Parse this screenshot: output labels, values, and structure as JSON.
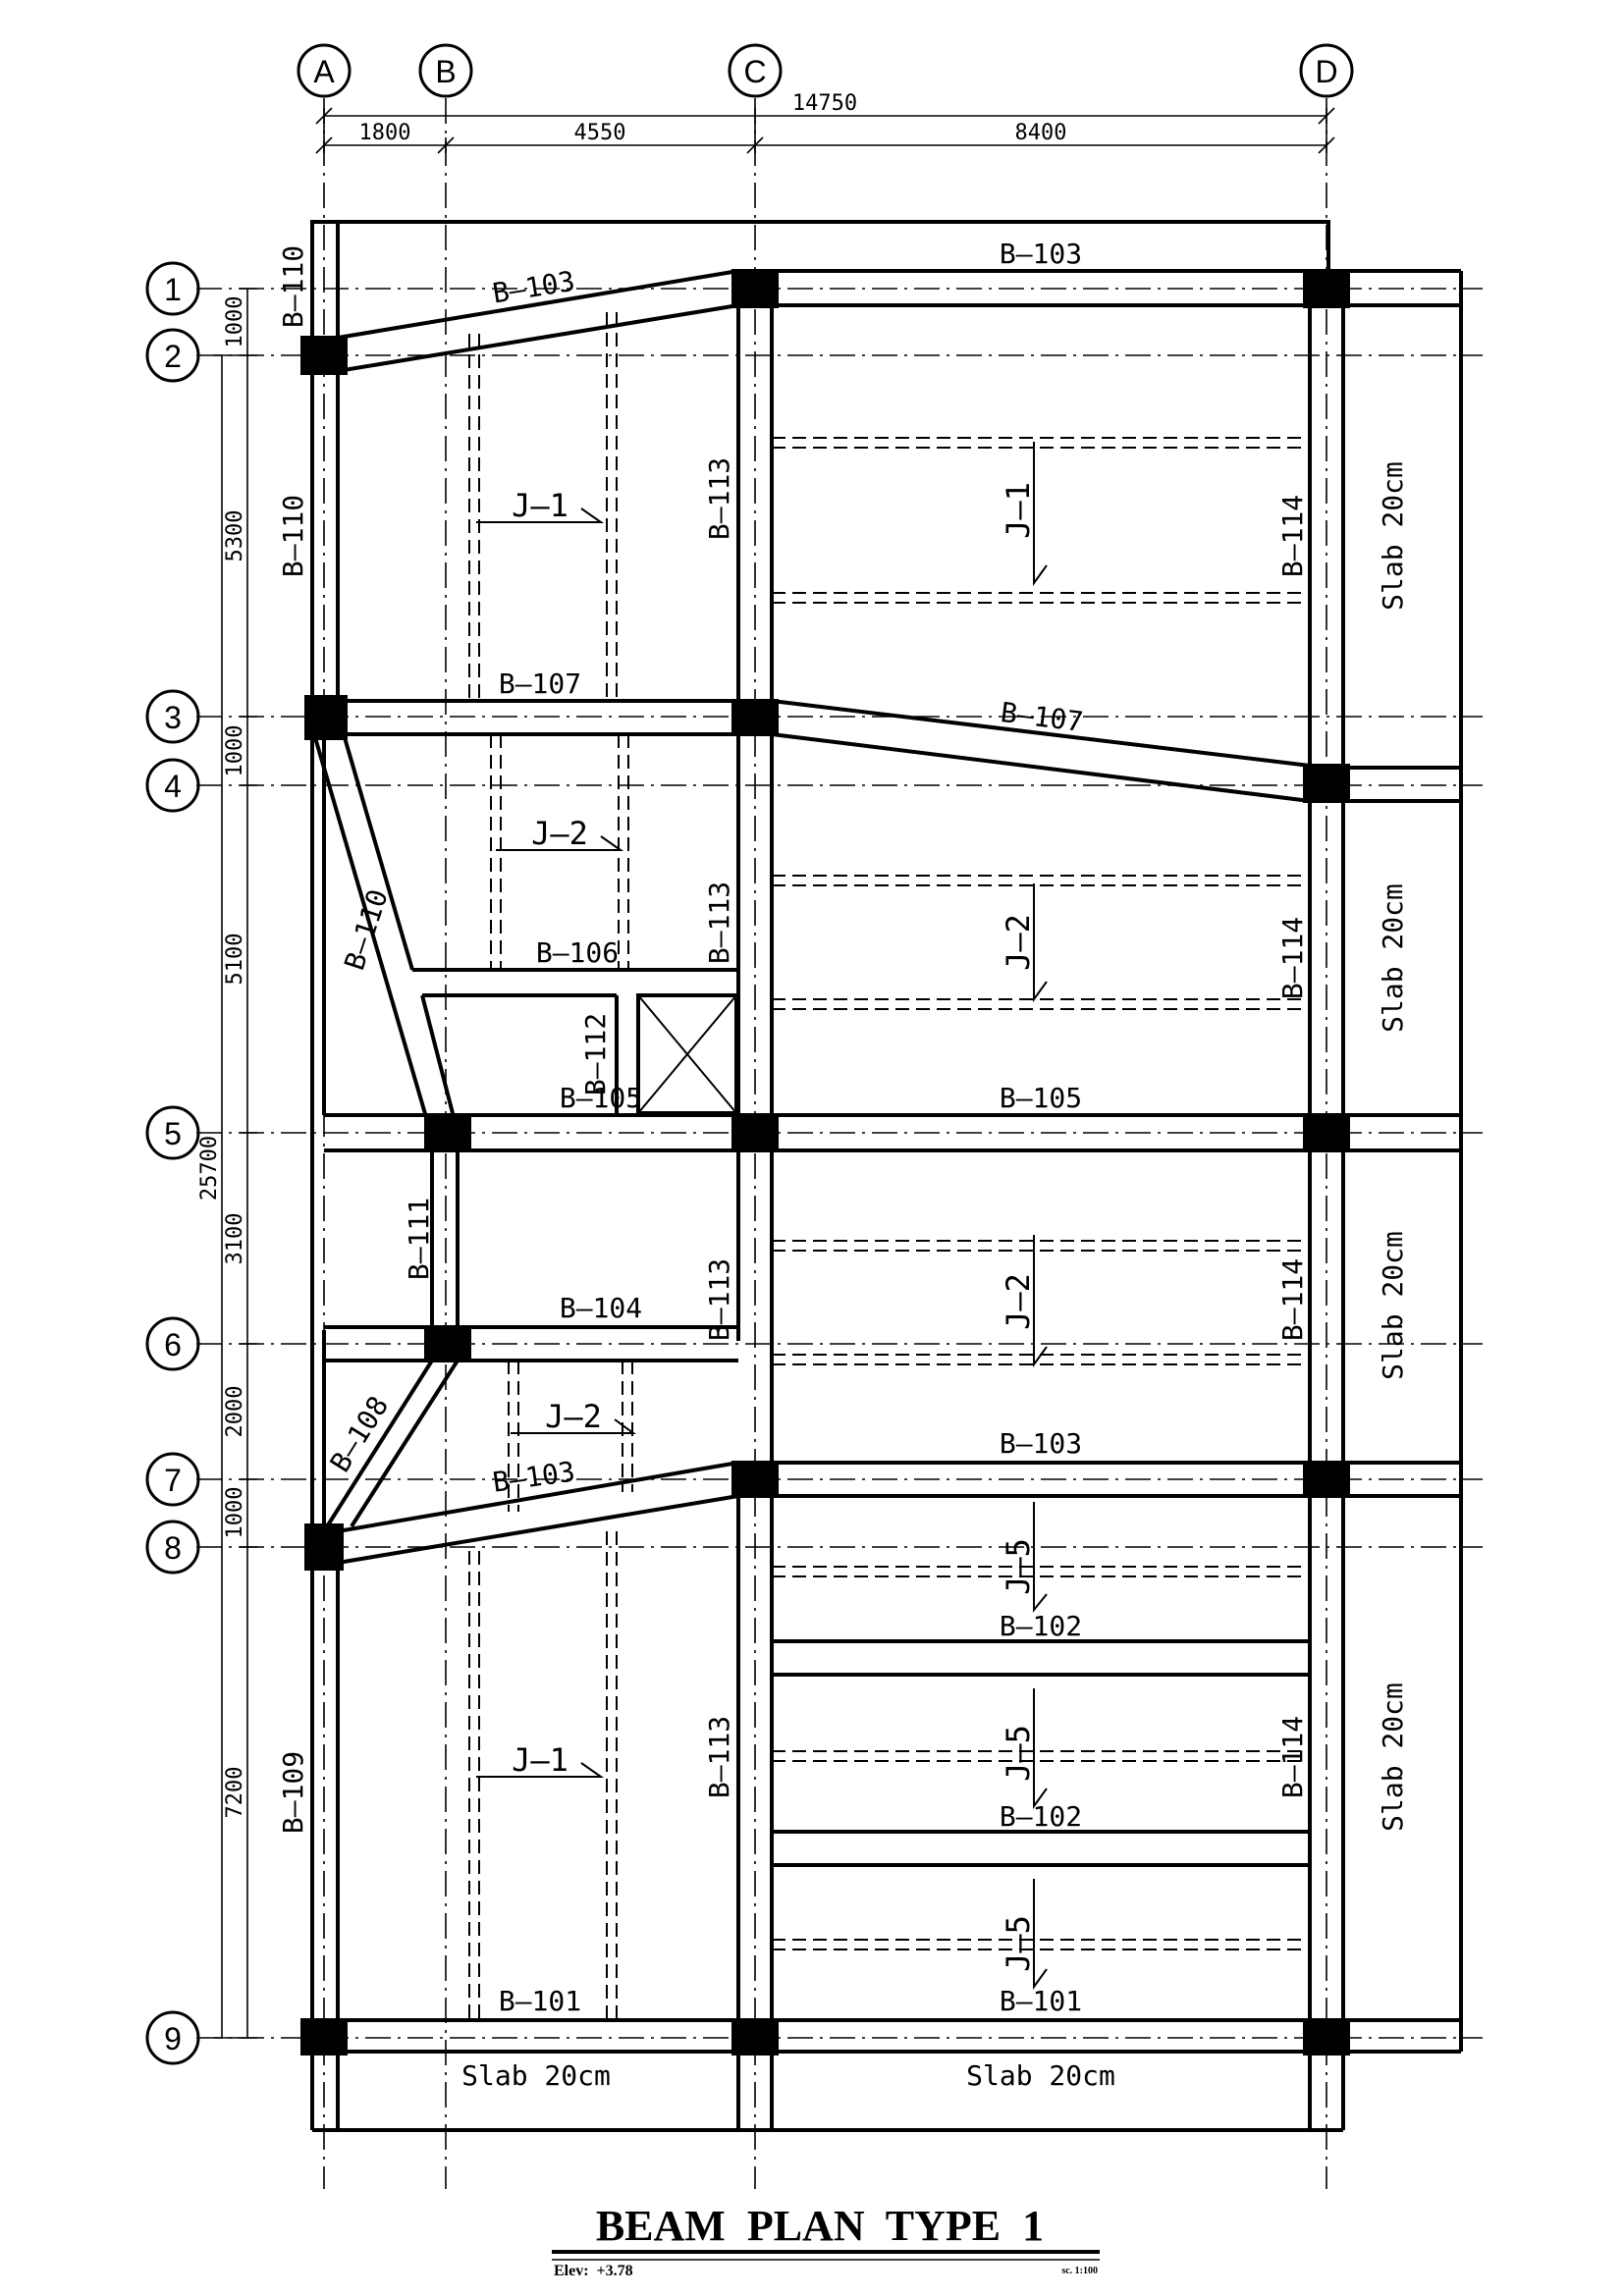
{
  "title": "BEAM  PLAN  TYPE  1",
  "elevation": "Elev:  +3.78",
  "scale_note": "sc. 1:100",
  "grid_columns": [
    "A",
    "B",
    "C",
    "D"
  ],
  "grid_rows": [
    "1",
    "2",
    "3",
    "4",
    "5",
    "6",
    "7",
    "8",
    "9"
  ],
  "dimensions_top": {
    "overall": "14750",
    "segments": [
      "1800",
      "4550",
      "8400"
    ]
  },
  "dimensions_left": {
    "overall": "25700",
    "segments": [
      "1000",
      "5300",
      "1000",
      "5100",
      "3100",
      "2000",
      "1000",
      "7200"
    ]
  },
  "beams": {
    "b103": "B–103",
    "b101": "B–101",
    "b102": "B–102",
    "b104": "B–104",
    "b105": "B–105",
    "b106": "B–106",
    "b107": "B–107",
    "b108": "B–108",
    "b109": "B–109",
    "b110": "B–110",
    "b111": "B–111",
    "b112": "B–112",
    "b113": "B–113",
    "b114": "B–114"
  },
  "joists": {
    "j1": "J–1",
    "j2": "J–2",
    "j5": "J–5"
  },
  "slab_label": "Slab  20cm"
}
